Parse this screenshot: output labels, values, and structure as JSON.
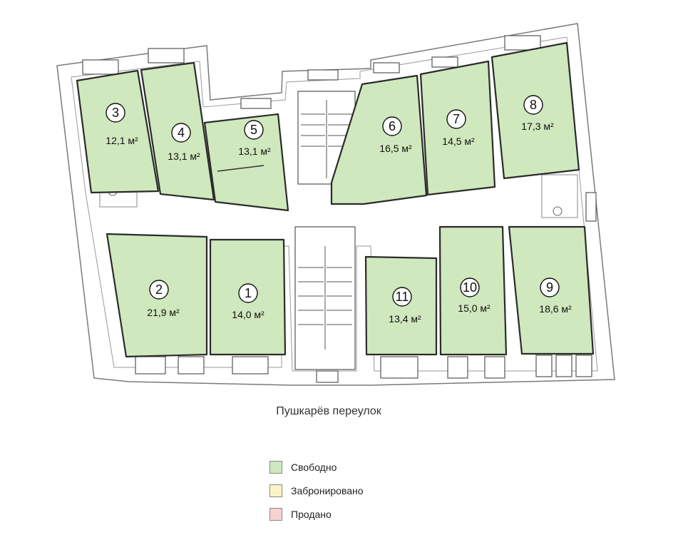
{
  "rooms": [
    {
      "id": "1",
      "num": "1",
      "area": "14,0 м²",
      "status": "free"
    },
    {
      "id": "2",
      "num": "2",
      "area": "21,9 м²",
      "status": "free"
    },
    {
      "id": "3",
      "num": "3",
      "area": "12,1 м²",
      "status": "free"
    },
    {
      "id": "4",
      "num": "4",
      "area": "13,1 м²",
      "status": "free"
    },
    {
      "id": "5",
      "num": "5",
      "area": "13,1 м²",
      "status": "free"
    },
    {
      "id": "6",
      "num": "6",
      "area": "16,5 м²",
      "status": "free"
    },
    {
      "id": "7",
      "num": "7",
      "area": "14,5 м²",
      "status": "free"
    },
    {
      "id": "8",
      "num": "8",
      "area": "17,3 м²",
      "status": "free"
    },
    {
      "id": "9",
      "num": "9",
      "area": "18,6 м²",
      "status": "free"
    },
    {
      "id": "10",
      "num": "10",
      "area": "15,0 м²",
      "status": "free"
    },
    {
      "id": "11",
      "num": "11",
      "area": "13,4 м²",
      "status": "free"
    }
  ],
  "street": "Пушкарёв переулок",
  "legend": [
    {
      "key": "free",
      "label": "Свободно",
      "color": "#cfe8bd"
    },
    {
      "key": "reserved",
      "label": "Забронировано",
      "color": "#fbf3c6"
    },
    {
      "key": "sold",
      "label": "Продано",
      "color": "#f6d2d2"
    }
  ],
  "colors": {
    "free": "#cfe8bd",
    "reserved": "#fbf3c6",
    "sold": "#f6d2d2"
  }
}
